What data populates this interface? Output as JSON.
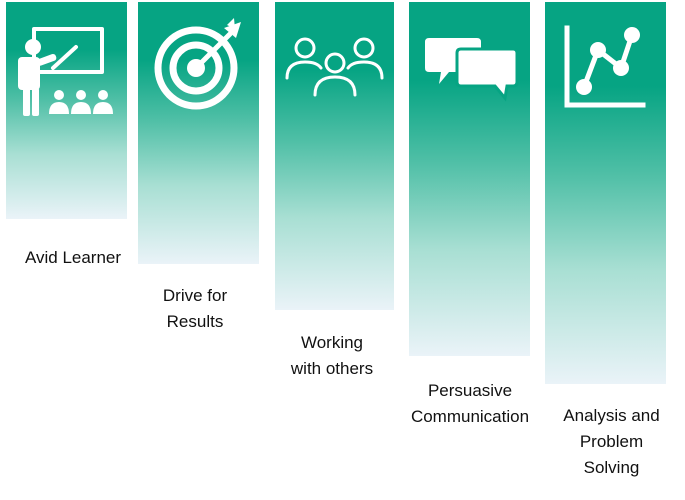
{
  "items": [
    {
      "icon": "teacher-presentation-icon",
      "label_line1": "Avid   Learner",
      "label_line2": ""
    },
    {
      "icon": "target-bullseye-icon",
      "label_line1": "Drive for",
      "label_line2": "Results"
    },
    {
      "icon": "people-group-icon",
      "label_line1": "Working",
      "label_line2": "with others"
    },
    {
      "icon": "speech-bubbles-icon",
      "label_line1": "Persuasive",
      "label_line2": "Communication"
    },
    {
      "icon": "line-chart-icon",
      "label_line1": "Analysis and",
      "label_line2": "Problem",
      "label_line3": "Solving"
    }
  ],
  "colors": {
    "accent": "#06a483",
    "fade": "#eaf3f8",
    "text": "#111111"
  }
}
